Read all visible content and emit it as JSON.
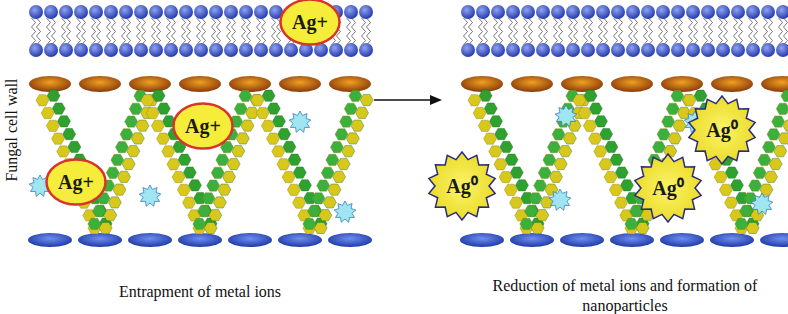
{
  "diagram": {
    "nodes": [
      {
        "text": [
          "Ag+"
        ]
      },
      {
        "text": [
          "Ag+"
        ]
      },
      {
        "text": [
          "Ag+"
        ]
      },
      {
        "text": [
          "Ag⁰"
        ]
      },
      {
        "text": [
          "Ag⁰"
        ]
      },
      {
        "text": [
          "Ag⁰"
        ]
      }
    ],
    "labels": [
      "Fungal cell wall",
      "Entrapment of metal ions",
      "Reduction of metal ions and formation of nanoparticles"
    ]
  }
}
